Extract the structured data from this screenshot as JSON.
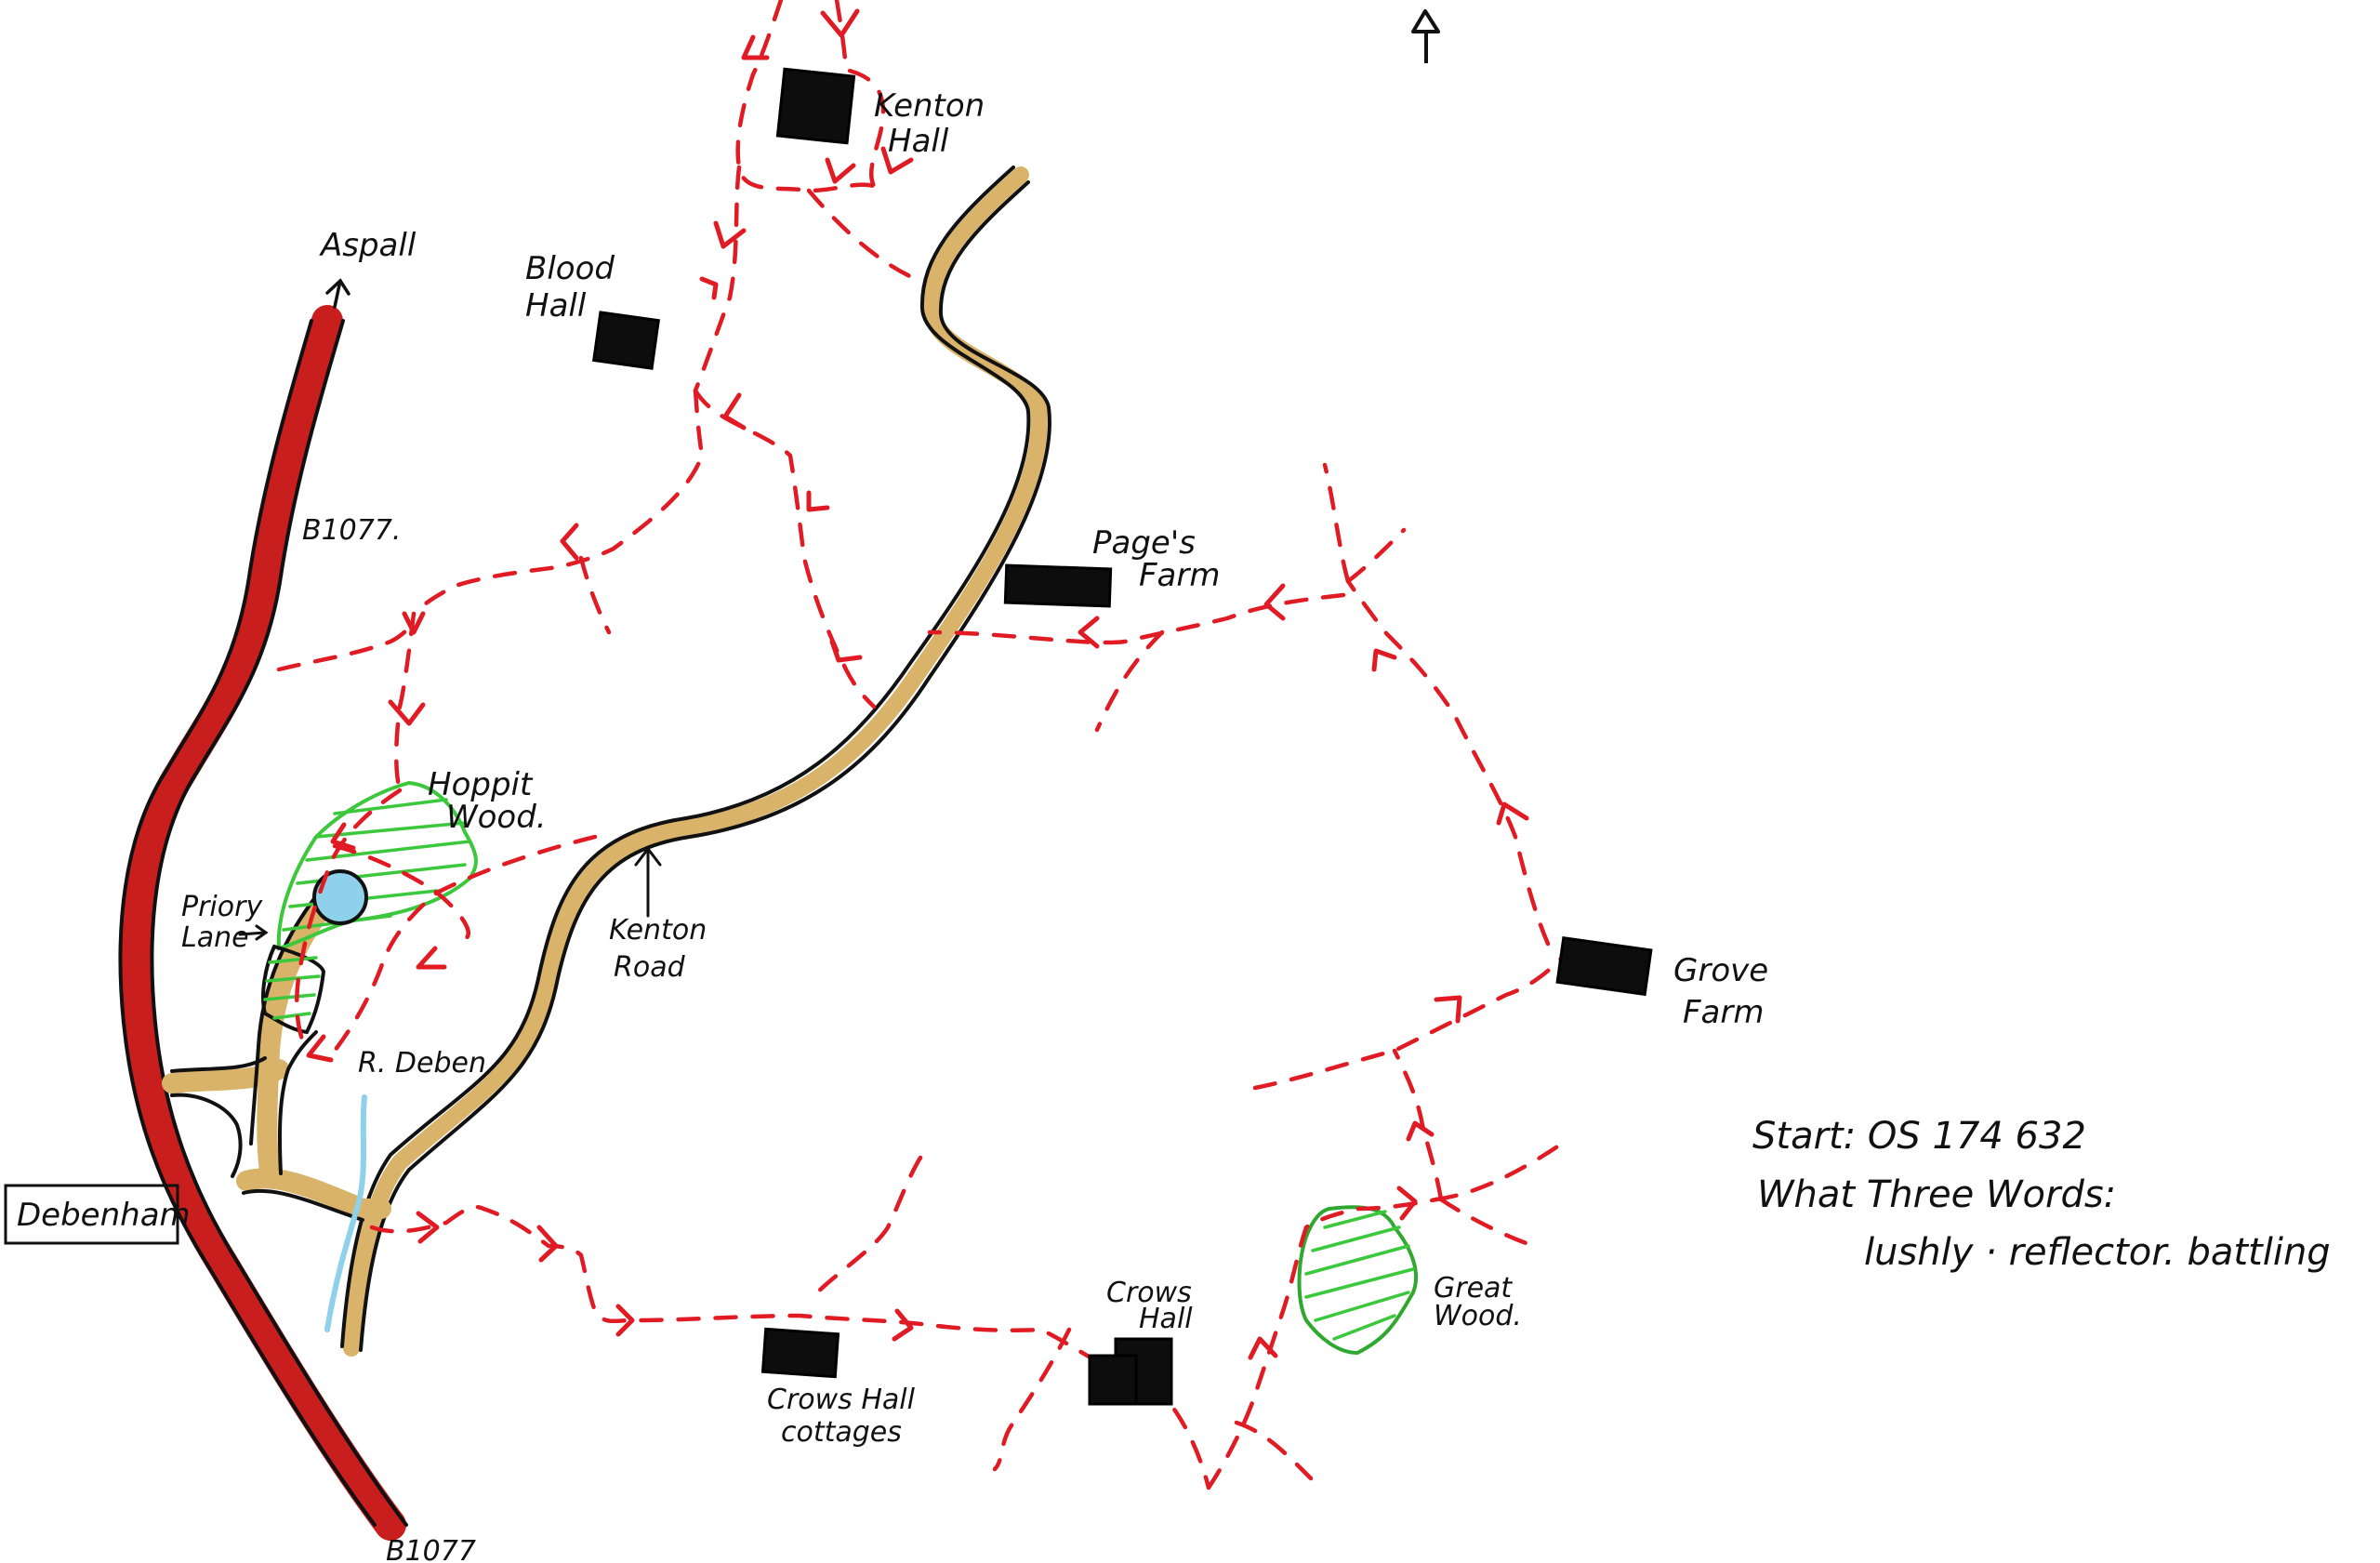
{
  "map": {
    "title": "Debenham walk route sketch map",
    "colors": {
      "b_road": "#c81e1e",
      "minor_road": "#d9b36a",
      "footpath": "#e01b24",
      "woodland": "#3cc83c",
      "water": "#8fd0ea",
      "building": "#0d0d0d",
      "ink": "#111111"
    },
    "north_arrow": {
      "icon": "north-arrow-icon",
      "direction": "N"
    },
    "places": {
      "debenham": "Debenham",
      "kenton_hall": [
        "Kenton",
        "Hall"
      ],
      "blood_hall": [
        "Blood",
        "Hall"
      ],
      "pages_farm": [
        "Page's",
        "Farm"
      ],
      "grove_farm": [
        "Grove",
        "Farm"
      ],
      "crows_hall": [
        "Crows",
        "Hall"
      ],
      "crows_hall_cottages": [
        "Crows Hall",
        "cottages"
      ]
    },
    "roads": {
      "b1077_north": "B1077.",
      "b1077_south": "B1077",
      "aspall": "Aspall",
      "kenton_road": [
        "Kenton",
        "Road"
      ],
      "priory_lane": [
        "Priory",
        "Lane"
      ]
    },
    "features": {
      "hoppit_wood": [
        "Hoppit",
        "Wood."
      ],
      "great_wood": [
        "Great",
        "Wood."
      ],
      "river_deben": "R. Deben"
    },
    "notes": {
      "start": "Start: OS 174 632",
      "what3words_label": "What Three Words:",
      "what3words_value": "lushly · reflector. battling"
    }
  }
}
